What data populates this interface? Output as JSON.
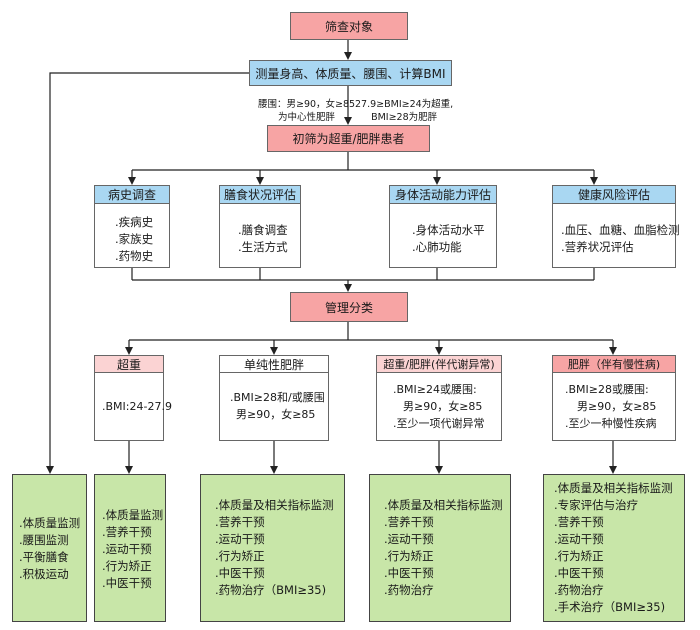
{
  "nodes": {
    "screen_target": "筛查对象",
    "measure": "测量身高、体质量、腰围、计算BMI",
    "note_left": [
      "腰围：男≥90，女≥85",
      "为中心性肥胖"
    ],
    "note_right": [
      "27.9≥BMI≥24为超重,",
      "BMI≥28为肥胖"
    ],
    "initial_screen": "初筛为超重/肥胖患者",
    "management": "管理分类"
  },
  "assessments": [
    {
      "title": "病史调查",
      "items": [
        ".疾病史",
        ".家族史",
        ".药物史"
      ]
    },
    {
      "title": "膳食状况评估",
      "items": [
        ".膳食调查",
        ".生活方式"
      ]
    },
    {
      "title": "身体活动能力评估",
      "items": [
        ".身体活动水平",
        ".心肺功能"
      ]
    },
    {
      "title": "健康风险评估",
      "items": [
        ".血压、血糖、血脂检测",
        ".营养状况评估"
      ]
    }
  ],
  "categories": [
    {
      "title": "超重",
      "criteria": [
        ".BMI:24-27.9"
      ]
    },
    {
      "title": "单纯性肥胖",
      "criteria": [
        ".BMI≥28和/或腰围",
        "男≥90，女≥85"
      ]
    },
    {
      "title": "超重/肥胖(伴代谢异常)",
      "criteria": [
        ".BMI≥24或腰围:",
        "男≥90，女≥85",
        ".至少一项代谢异常"
      ]
    },
    {
      "title": "肥胖（伴有慢性病)",
      "criteria": [
        ".BMI≥28或腰围:",
        "男≥90，女≥85",
        ".至少一种慢性疾病"
      ]
    }
  ],
  "interventions": [
    {
      "items": [
        ".体质量监测",
        ".腰围监测",
        ".平衡膳食",
        ".积极运动"
      ]
    },
    {
      "items": [
        ".体质量监测",
        ".营养干预",
        ".运动干预",
        ".行为矫正",
        ".中医干预"
      ]
    },
    {
      "items": [
        ".体质量及相关指标监测",
        ".营养干预",
        ".运动干预",
        ".行为矫正",
        ".中医干预",
        ".药物治疗（BMI≥35)"
      ]
    },
    {
      "items": [
        ".体质量及相关指标监测",
        ".营养干预",
        ".运动干预",
        ".行为矫正",
        ".中医干预",
        ".药物治疗"
      ]
    },
    {
      "items": [
        ".体质量及相关指标监测",
        ".专家评估与治疗",
        ".营养干预",
        ".运动干预",
        ".行为矫正",
        ".中医干预",
        ".药物治疗",
        ".手术治疗（BMI≥35)"
      ]
    }
  ]
}
